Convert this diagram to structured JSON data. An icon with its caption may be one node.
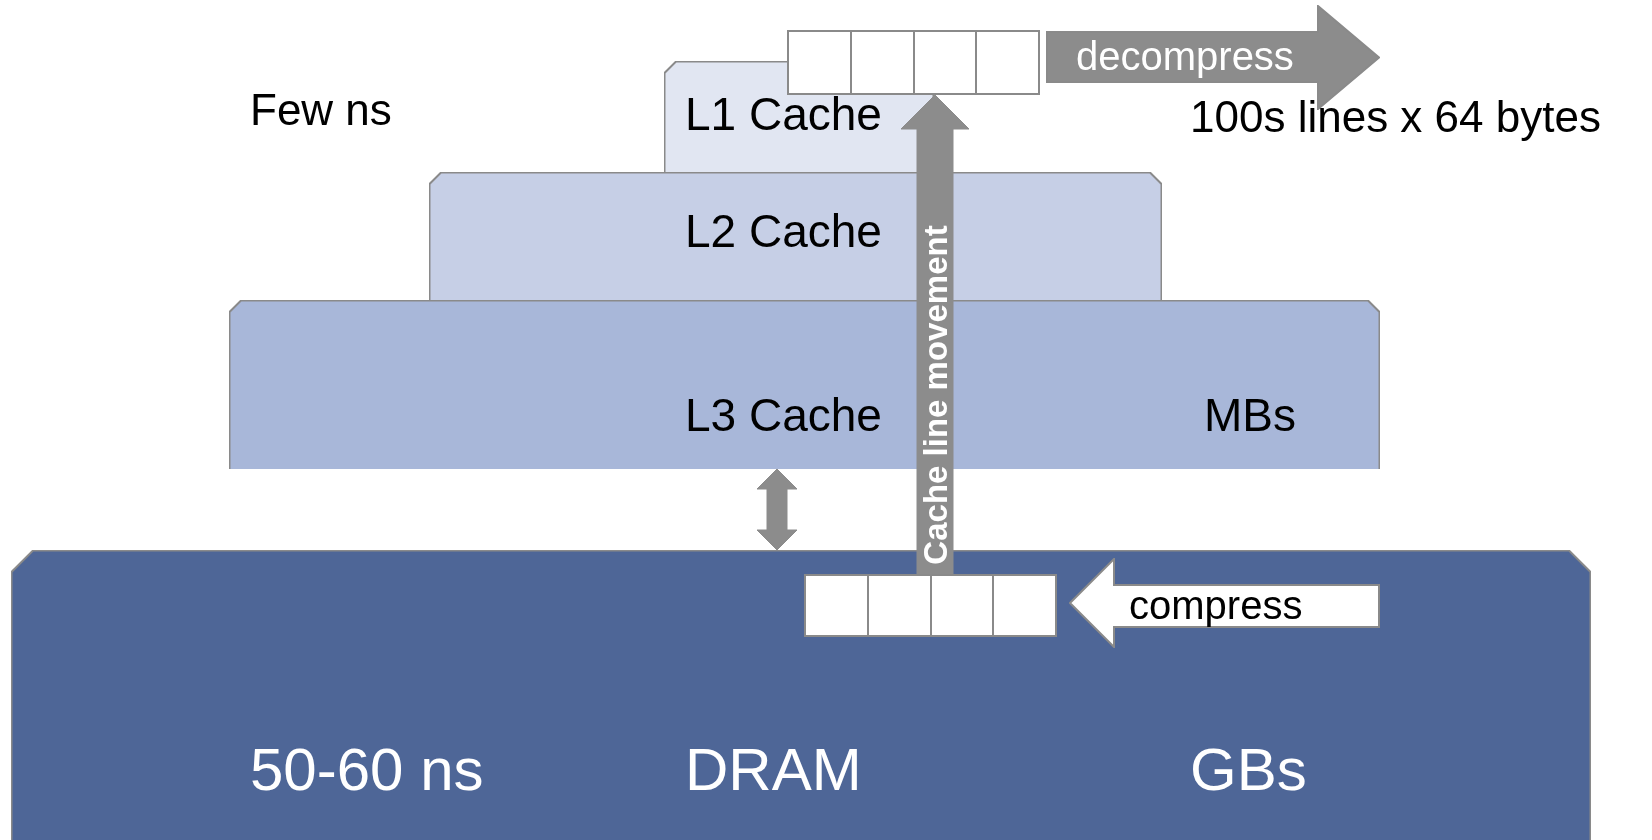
{
  "diagram": {
    "nodes": [
      {
        "text": [
          "L1 Cache"
        ]
      },
      {
        "text": [
          "L2 Cache"
        ]
      },
      {
        "text": [
          "L3 Cache",
          "MBs"
        ]
      },
      {
        "text": [
          "50-60 ns",
          "DRAM",
          "GBs"
        ]
      },
      {
        "text": [],
        "shape": "box"
      },
      {
        "text": [],
        "shape": "box",
        "in": 3
      },
      {
        "text": [
          "decompress"
        ]
      },
      {
        "text": [
          "compress"
        ],
        "in": 3
      }
    ],
    "edges": [
      {
        "from": 5,
        "to": 4,
        "arrow": "to",
        "style": "thick",
        "label": "Cache line movement"
      },
      {
        "from": 3,
        "to": 2,
        "arrow": "both",
        "style": "thick"
      }
    ],
    "labels": [
      "Few ns",
      "100s lines x 64 bytes"
    ]
  }
}
